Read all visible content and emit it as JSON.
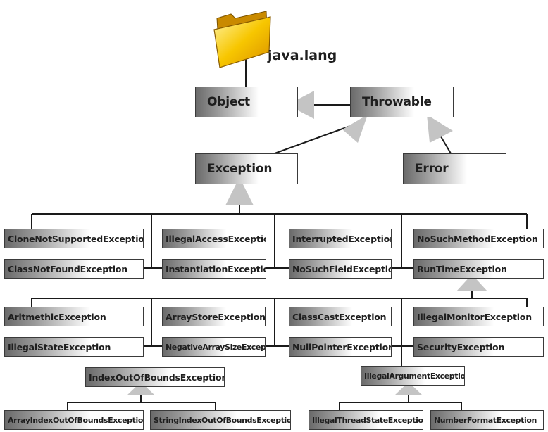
{
  "package": {
    "label": "java.lang",
    "icon": "folder-icon"
  },
  "colors": {
    "line": "#1a1a1a",
    "arrow": "#c4c4c4",
    "folder": "#f5c000"
  },
  "classes": {
    "object": "Object",
    "throwable": "Throwable",
    "exception": "Exception",
    "error": "Error",
    "clone_not_supported": "CloneNotSupportedException",
    "illegal_access": "IllegalAccessException",
    "interrupted": "InterruptedException",
    "no_such_method": "NoSuchMethodException",
    "class_not_found": "ClassNotFoundException",
    "instantiation": "InstantiationException",
    "no_such_field": "NoSuchFieldException",
    "runtime": "RunTimeException",
    "arithmetic": "AritmethicException",
    "array_store": "ArrayStoreException",
    "class_cast": "ClassCastException",
    "illegal_monitor": "IllegalMonitorException",
    "illegal_state": "IllegalStateException",
    "negative_array_size": "NegativeArraySizeException",
    "null_pointer": "NullPointerException",
    "security": "SecurityException",
    "index_out_of_bounds": "IndexOutOfBoundsException",
    "illegal_argument": "IllegalArgumentException",
    "array_index_out_of_bounds": "ArrayIndexOutOfBoundsException",
    "string_index_out_of_bounds": "StringIndexOutOfBoundsException",
    "illegal_thread_state": "IllegalThreadStateException",
    "number_format": "NumberFormatException"
  }
}
